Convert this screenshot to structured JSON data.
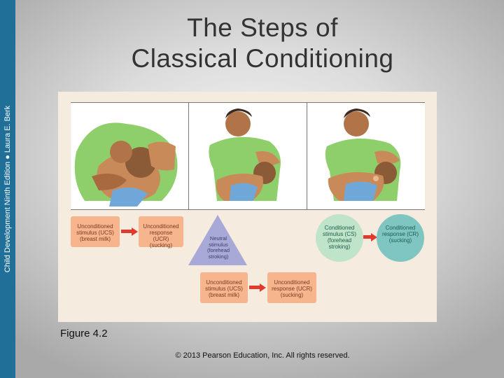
{
  "sidebar": {
    "text": "Child Development Ninth Edition ● Laura E. Berk",
    "color": "#1f6f99"
  },
  "title": {
    "line1": "The Steps of",
    "line2": "Classical Conditioning"
  },
  "figure": {
    "panels": [
      {
        "icon": "mother-breastfeeding-illustration"
      },
      {
        "icon": "mother-stroking-forehead-illustration"
      },
      {
        "icon": "infant-sucking-response-illustration"
      }
    ],
    "boxes": {
      "ucs_top": {
        "line1": "Unconditioned",
        "line2": "stimulus (UCS)",
        "line3": "(breast milk)"
      },
      "ucr_top": {
        "line1": "Unconditioned",
        "line2": "response (UCR)",
        "line3": "(sucking)"
      },
      "neutral": {
        "line1": "Neutral",
        "line2": "stimulus",
        "line3": "(forehead",
        "line4": "stroking)"
      },
      "ucs_bottom": {
        "line1": "Unconditioned",
        "line2": "stimulus (UCS)",
        "line3": "(breast milk)"
      },
      "ucr_bottom": {
        "line1": "Unconditioned",
        "line2": "response (UCR)",
        "line3": "(sucking)"
      },
      "cs": {
        "line1": "Conditioned",
        "line2": "stimulus (CS)",
        "line3": "(forehead",
        "line4": "stroking)"
      },
      "cr": {
        "line1": "Conditioned",
        "line2": "response (CR)",
        "line3": "(sucking)"
      }
    },
    "colors": {
      "box": "#f7b58d",
      "arrow": "#e03a2f",
      "triangle": "#a9a9d8",
      "cs_circle": "#bfe4c9",
      "cr_circle": "#7fc5c1"
    }
  },
  "caption": "Figure 4.2",
  "copyright": "© 2013 Pearson Education, Inc. All rights reserved."
}
